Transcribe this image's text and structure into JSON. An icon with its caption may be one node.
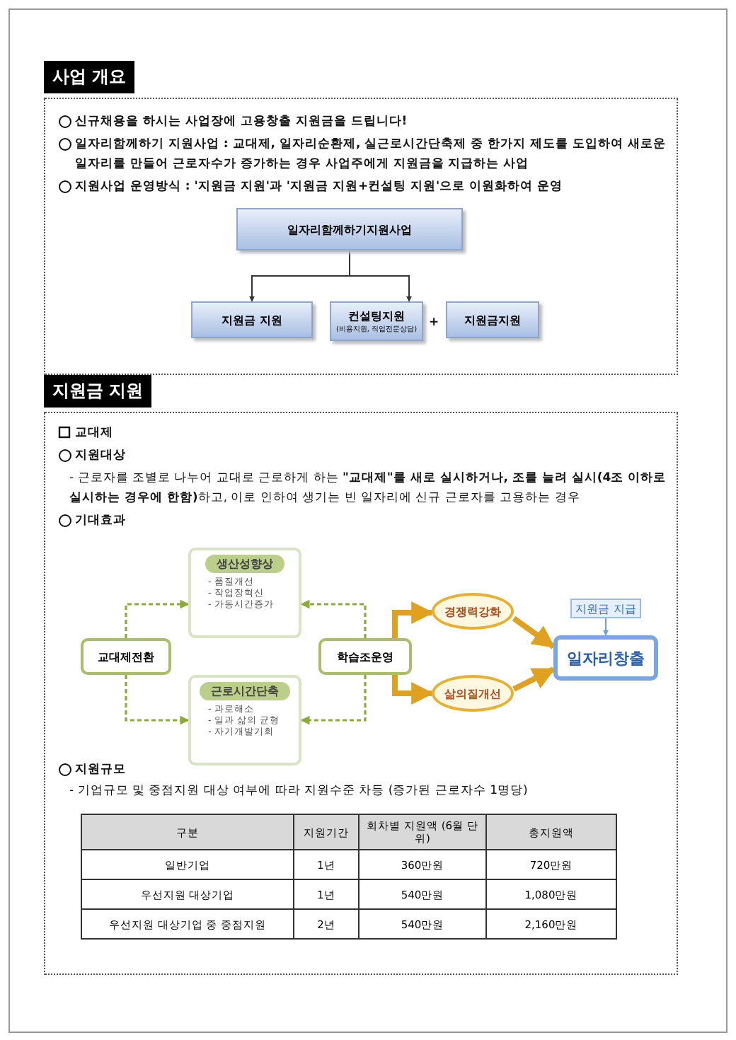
{
  "diagram": {
    "nodes": [
      {
        "text": [
          "일자리함께하기지원사업"
        ]
      },
      {
        "text": [
          "지원금 지원"
        ]
      },
      {
        "text": [
          "컨설팅지원",
          "(비용지원, 직업전문상담)"
        ]
      },
      {
        "text": [
          "지원금지원"
        ]
      },
      {
        "text": [
          "교대제전환"
        ]
      },
      {
        "text": [
          "생산성향상",
          "- 품질개선",
          "- 작업장혁신",
          "- 가동시간증가"
        ]
      },
      {
        "text": [
          "근로시간단축",
          "- 과로해소",
          "- 일과 삶의 균형",
          "- 자기개발기회"
        ]
      },
      {
        "text": [
          "학습조운영"
        ]
      },
      {
        "text": [
          "경쟁력강화"
        ]
      },
      {
        "text": [
          "삶의질개선"
        ]
      },
      {
        "text": [
          "지원금 지급"
        ]
      },
      {
        "text": [
          "일자리창출"
        ]
      }
    ],
    "edges": [
      {
        "from": 0,
        "to": 1,
        "arrow": "to",
        "color": "#333333"
      },
      {
        "from": 0,
        "to": 2,
        "arrow": "to",
        "color": "#333333"
      },
      {
        "from": 4,
        "to": 5,
        "arrow": "to",
        "style": "dashed"
      },
      {
        "from": 4,
        "to": 6,
        "arrow": "to",
        "style": "dashed"
      },
      {
        "from": 7,
        "to": 5,
        "arrow": "to",
        "style": "dashed"
      },
      {
        "from": 7,
        "to": 6,
        "arrow": "to",
        "style": "dashed"
      },
      {
        "from": 7,
        "to": 8,
        "arrow": "to",
        "style": "thick",
        "color": "#e0a020"
      },
      {
        "from": 7,
        "to": 9,
        "arrow": "to",
        "style": "thick",
        "color": "#e0a020"
      },
      {
        "from": 8,
        "to": 11,
        "arrow": "to",
        "style": "thick",
        "color": "#e0a020"
      },
      {
        "from": 9,
        "to": 11,
        "arrow": "to",
        "style": "thick",
        "color": "#e0a020"
      },
      {
        "from": 10,
        "to": 11,
        "arrow": "to",
        "color": "#6a9ee0"
      }
    ],
    "labels": [
      "사업 개요",
      "신규채용을 하시는 사업장에 고용창출 지원금을 드립니다!",
      "일자리함께하기 지원사업 : **교대제**, **일자리순환제**, **실근로시간단축제** 중 한가지 제도를 도입하여 새로운 일자리를 만들어 근로자수가 증가하는 경우 사업주에게 지원금을 지급하는 사업",
      "지원사업 운영방식 : '지원금 지원'과 '지원금 지원+컨설팅 지원'으로 이원화하여 운영",
      "+",
      "지원금 지원",
      "교대제",
      "지원대상",
      "- 근로자를 조별로 나누어 교대로 근로하게 하는 **\"교대제\"를 새로 실시하거나, 조를 늘려 실시(4조 이하로 실시하는 경우에 한함)**하고, 이로 인하여 생기는 빈 일자리에 신규 근로자를 고용하는 경우",
      "기대효과",
      "지원규모",
      "- 기업규모 및 중점지원 대상 여부에 따라 지원수준 차등 (증가된 근로자수 1명당)",
      "구분",
      "지원기간",
      "회차별 지원액 (6월 단위)",
      "총지원액",
      "일반기업",
      "1년",
      "360만원",
      "720만원",
      "우선지원 대상기업",
      "1년",
      "540만원",
      "1,080만원",
      "우선지원 대상기업 중 중점지원",
      "2년",
      "540만원",
      "2,160만원"
    ]
  }
}
